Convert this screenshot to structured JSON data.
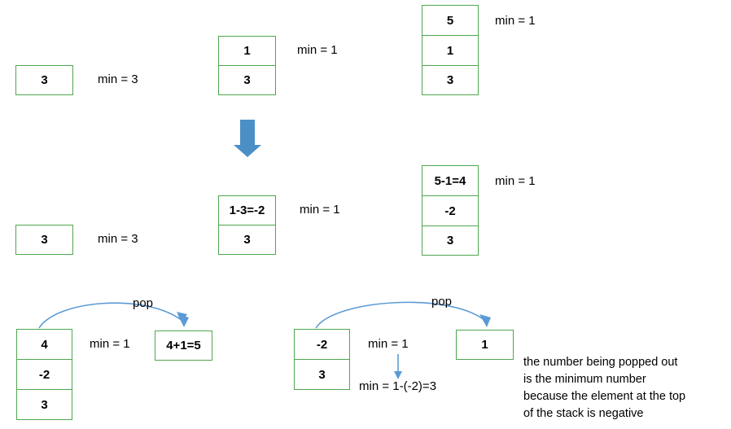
{
  "diagram": {
    "title_text": "",
    "colors": {
      "box_border": "#4FA64F",
      "arrow_blue": "#4A90C7",
      "curve_blue": "#5B9BD5",
      "text": "#000000",
      "background": "#ffffff"
    },
    "row1": {
      "stack_a": {
        "cells": [
          "3"
        ],
        "min_label": "min = 3"
      },
      "stack_b": {
        "cells": [
          "1",
          "3"
        ],
        "min_label": "min = 1"
      },
      "stack_c": {
        "cells": [
          "5",
          "1",
          "3"
        ],
        "min_label": "min = 1"
      }
    },
    "transition_arrow": {
      "icon": "down-arrow-icon",
      "direction": "down"
    },
    "row2": {
      "stack_a": {
        "cells": [
          "3"
        ],
        "min_label": "min = 3"
      },
      "stack_b": {
        "cells": [
          "1-3=-2",
          "3"
        ],
        "min_label": "min = 1"
      },
      "stack_c": {
        "cells": [
          "5-1=4",
          "-2",
          "3"
        ],
        "min_label": "min = 1"
      }
    },
    "row3": {
      "left": {
        "stack": {
          "cells": [
            "4",
            "-2",
            "3"
          ]
        },
        "pop_label": "pop",
        "min_label": "min = 1",
        "result_box": "4+1=5"
      },
      "right": {
        "stack": {
          "cells": [
            "-2",
            "3"
          ]
        },
        "pop_label": "pop",
        "min_label": "min = 1",
        "min_update_label": "min = 1-(-2)=3",
        "result_box": "1",
        "explanation": "the number being popped out\nis the minimum number\nbecause the element at the top\nof the stack is negative"
      }
    }
  }
}
